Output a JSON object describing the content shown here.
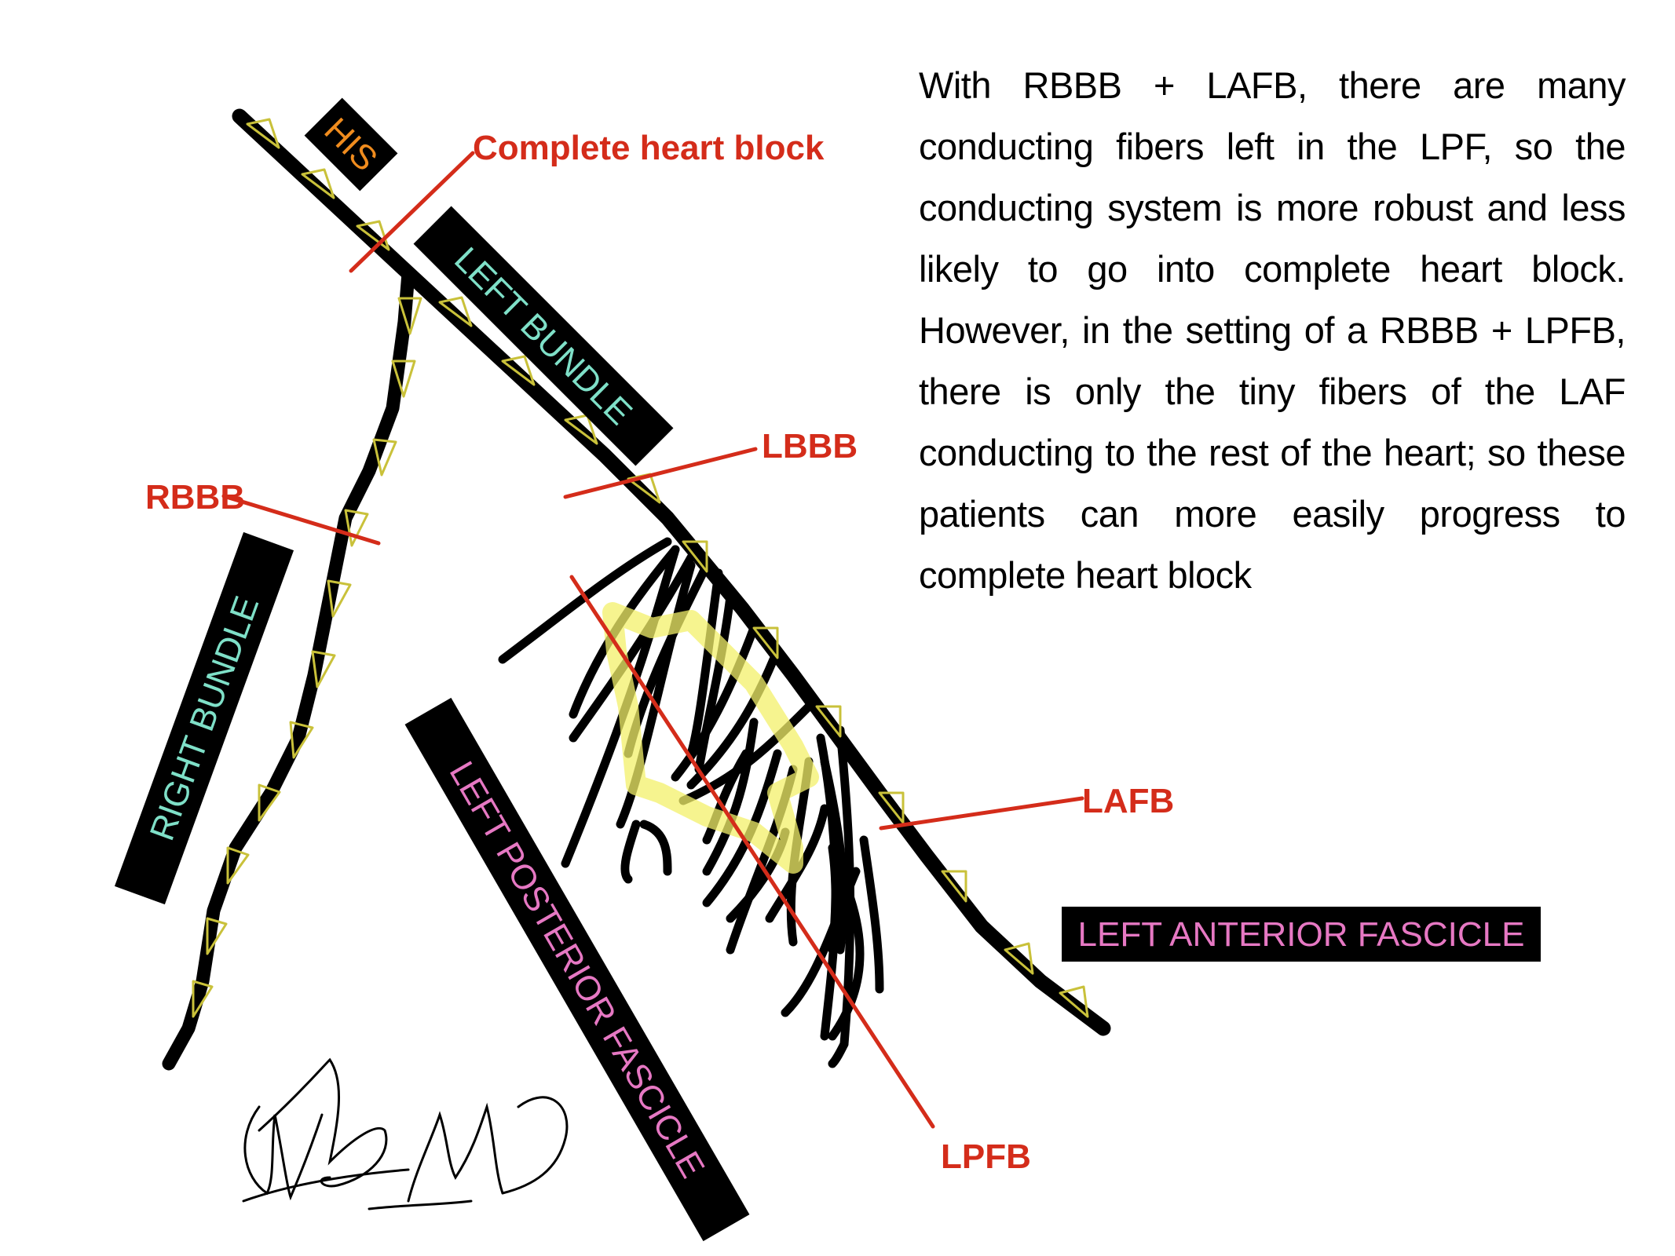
{
  "labels": {
    "his": "HIS",
    "left_bundle": "LEFT BUNDLE",
    "right_bundle": "RIGHT BUNDLE",
    "left_posterior_fascicle": "LEFT POSTERIOR FASCICLE",
    "left_anterior_fascicle": "LEFT ANTERIOR FASCICLE"
  },
  "block_labels": {
    "complete_heart_block": "Complete heart block",
    "lbbb": "LBBB",
    "rbbb": "RBBB",
    "lafb": "LAFB",
    "lpfb": "LPFB"
  },
  "explanation": "With RBBB + LAFB, there are many conducting fibers left in the LPF, so the conducting system is more robust and less likely to go into complete heart block. However, in the setting of a RBBB + LPFB, there is only the tiny fibers of the LAF conducting to the rest of the heart; so these patients can more easily progress to complete heart block",
  "signature": "WB MD",
  "colors": {
    "conduction_path": "#000000",
    "conduction_arrows": "#c9c13a",
    "lpf_highlight": "#f3f06a",
    "block_lines": "#d42c1a",
    "his_text": "#f08c1e",
    "bundle_text": "#7fe0c8",
    "fascicle_text": "#e678c3",
    "label_box": "#000000"
  }
}
